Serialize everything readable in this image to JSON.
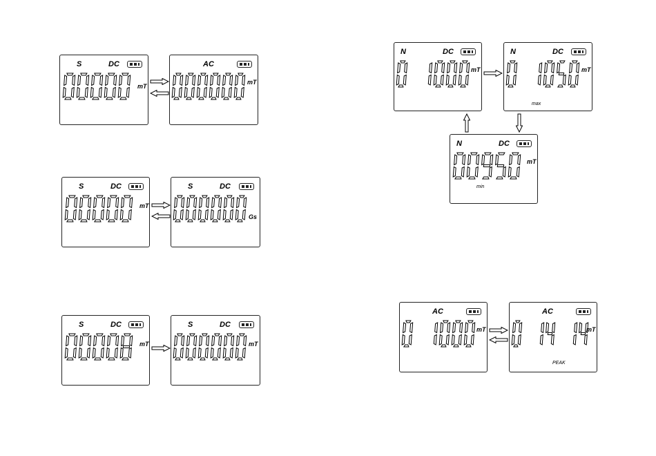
{
  "displays": [
    {
      "id": "d1",
      "pole": "S",
      "mode": "DC",
      "reading": "00000",
      "unit": "mT",
      "sub": ""
    },
    {
      "id": "d2",
      "pole": "",
      "mode": "AC",
      "reading": "000000",
      "unit": "mT",
      "sub": ""
    },
    {
      "id": "d3",
      "pole": "S",
      "mode": "DC",
      "reading": "00000",
      "unit": "mT",
      "sub": ""
    },
    {
      "id": "d4",
      "pole": "S",
      "mode": "DC",
      "reading": "000000",
      "unit": "Gs",
      "sub": ""
    },
    {
      "id": "d5",
      "pole": "S",
      "mode": "DC",
      "reading": "00008",
      "unit": "mT",
      "sub": ""
    },
    {
      "id": "d6",
      "pole": "S",
      "mode": "DC",
      "reading": "000000",
      "unit": "mT",
      "sub": ""
    },
    {
      "id": "d7",
      "pole": "N",
      "mode": "DC",
      "reading": "0 1000",
      "unit": "mT",
      "sub": ""
    },
    {
      "id": "d8",
      "pole": "N",
      "mode": "DC",
      "reading": "0 1050",
      "unit": "mT",
      "sub": "max"
    },
    {
      "id": "d9",
      "pole": "N",
      "mode": "DC",
      "reading": "00950",
      "unit": "mT",
      "sub": "min"
    },
    {
      "id": "d10",
      "pole": "",
      "mode": "AC",
      "reading": "0 1000",
      "unit": "mT",
      "sub": ""
    },
    {
      "id": "d11",
      "pole": "",
      "mode": "AC",
      "reading": "0 14 14",
      "unit": "mT",
      "sub": "PEAK"
    }
  ]
}
